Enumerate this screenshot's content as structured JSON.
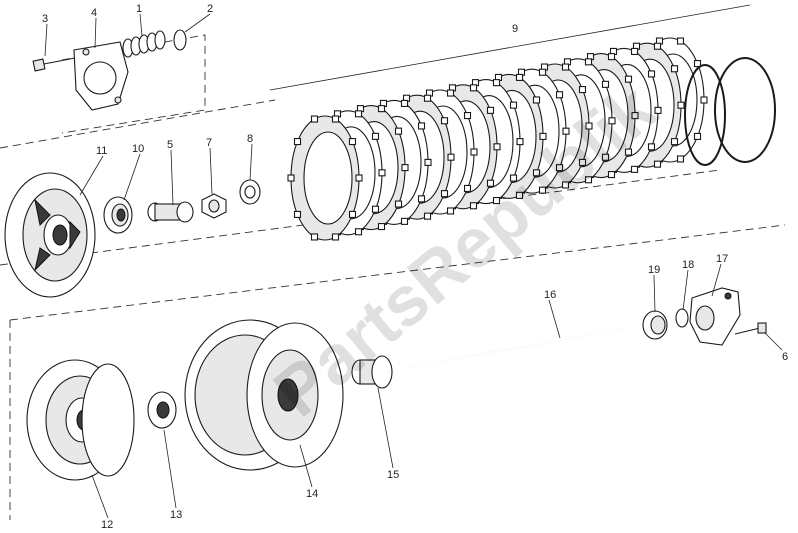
{
  "callouts": {
    "c1": "1",
    "c2": "2",
    "c3": "3",
    "c4": "4",
    "c5": "5",
    "c6": "6",
    "c7": "7",
    "c8": "8",
    "c9": "9",
    "c10": "10",
    "c11": "11",
    "c12": "12",
    "c13": "13",
    "c14": "14",
    "c15": "15",
    "c16": "16",
    "c17": "17",
    "c18": "18",
    "c19": "19"
  },
  "watermark": "PartsRepublik"
}
